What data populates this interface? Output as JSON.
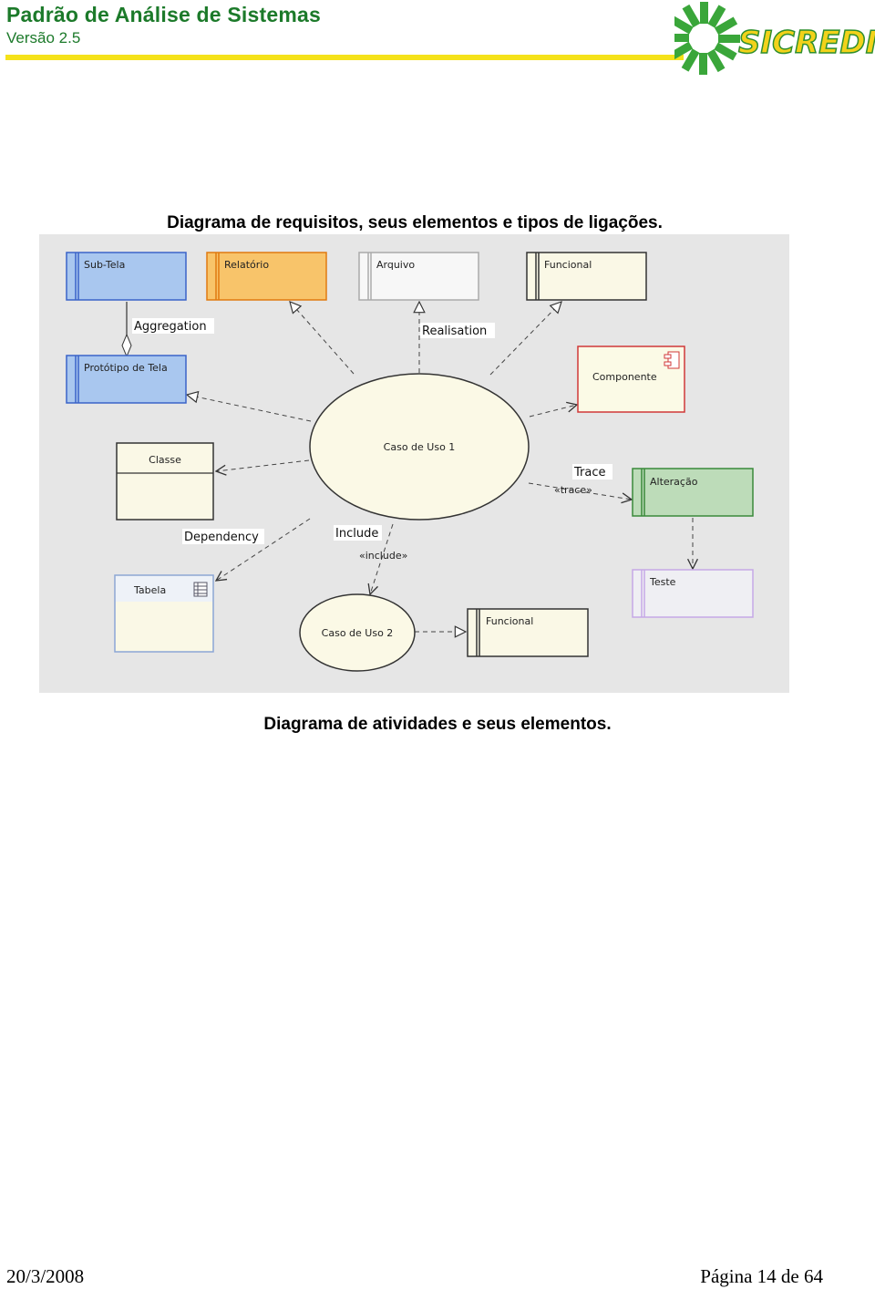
{
  "header": {
    "title": "Padrão de Análise de Sistemas",
    "version": "Versão 2.5",
    "logo_text": "SICREDI",
    "accent_color": "#1c7a2a",
    "rule_color": "#f5e21a"
  },
  "captions": {
    "requirements": "Diagrama de requisitos, seus elementos e tipos de ligações.",
    "activities": "Diagrama de atividades e seus elementos."
  },
  "diagram": {
    "elements": {
      "sub_tela": "Sub-Tela",
      "relatorio": "Relatório",
      "arquivo": "Arquivo",
      "funcional_top": "Funcional",
      "prototipo": "Protótipo de Tela",
      "componente": "Componente",
      "classe": "Classe",
      "caso_uso_1": "Caso de Uso 1",
      "alteracao": "Alteração",
      "tabela": "Tabela",
      "teste": "Teste",
      "caso_uso_2": "Caso de Uso 2",
      "funcional_bottom": "Funcional"
    },
    "labels": {
      "aggregation": "Aggregation",
      "realisation": "Realisation",
      "trace": "Trace",
      "trace_stereotype": "«trace»",
      "dependency": "Dependency",
      "include": "Include",
      "include_stereotype": "«include»"
    }
  },
  "footer": {
    "date": "20/3/2008",
    "page": "Página 14 de 64"
  }
}
